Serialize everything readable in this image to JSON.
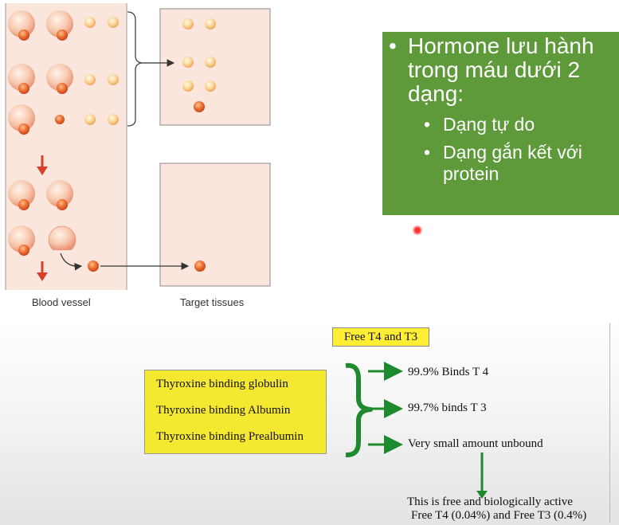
{
  "diagram": {
    "blood_vessel_label": "Blood vessel",
    "target_tissues_label": "Target tissues"
  },
  "slide": {
    "main_bullet": "Hormone lưu hành\ntrong máu dưới 2\ndạng:",
    "sub_bullets": [
      "Dạng tự do",
      "Dạng gắn kết với\nprotein"
    ],
    "bullet_char": "•",
    "box_color": "#5e9a3a"
  },
  "thyroid": {
    "free_label": "Free T4 and T3",
    "proteins": [
      "Thyroxine binding globulin",
      "Thyroxine binding Albumin",
      "Thyroxine binding Prealbumin"
    ],
    "results": [
      "99.9% Binds T 4",
      "99.7% binds T 3",
      "Very small amount unbound"
    ],
    "conclusion_line1": "This is free and biologically active",
    "conclusion_line2": "Free T4 (0.04%) and Free T3 (0.4%)"
  }
}
